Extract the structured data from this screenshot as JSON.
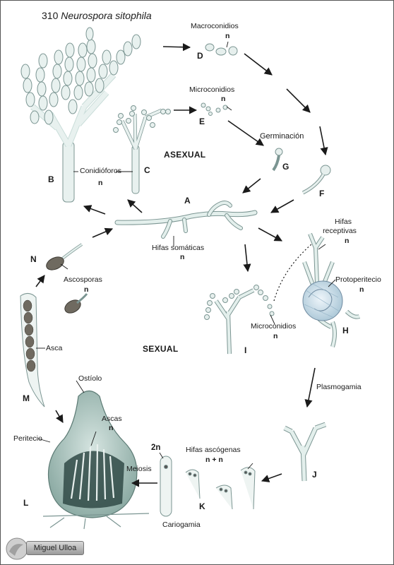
{
  "figure": {
    "number": "310",
    "species": "Neurospora sitophila"
  },
  "sections": {
    "asexual": "ASEXUAL",
    "sexual": "SEXUAL"
  },
  "labels": {
    "macroconidios": "Macroconidios",
    "macroconidios_ploidy": "n",
    "microconidios_top": "Microconidios",
    "microconidios_top_ploidy": "n",
    "germinacion": "Germinación",
    "conidioforos": "Conidióforos",
    "conidioforos_ploidy": "n",
    "hifas_somaticas": "Hifas somáticas",
    "hifas_somaticas_ploidy": "n",
    "hifas_receptivas_1": "Hifas",
    "hifas_receptivas_2": "receptivas",
    "hifas_receptivas_ploidy": "n",
    "protoperitecio": "Protoperitecio",
    "protoperitecio_ploidy": "n",
    "microconidios_bottom": "Microconidios",
    "microconidios_bottom_ploidy": "n",
    "ascosporas": "Ascosporas",
    "ascosporas_ploidy": "n",
    "asca": "Asca",
    "plasmogamia": "Plasmogamia",
    "ostiolo": "Ostíolo",
    "ascas": "Ascas",
    "ascas_ploidy": "n",
    "peritecio": "Peritecio",
    "meiosis": "Meiosis",
    "meiosis_ploidy": "2n",
    "hifas_ascogenas": "Hifas ascógenas",
    "hifas_ascogenas_ploidy": "n + n",
    "cariogamia": "Cariogamia"
  },
  "stage_letters": {
    "A": "A",
    "B": "B",
    "C": "C",
    "D": "D",
    "E": "E",
    "F": "F",
    "G": "G",
    "H": "H",
    "I": "I",
    "J": "J",
    "K": "K",
    "L": "L",
    "M": "M",
    "N": "N"
  },
  "credit": {
    "author": "Miguel Ulloa"
  },
  "colors": {
    "hypha_fill": "#e3efec",
    "hypha_stroke": "#6f8a86",
    "spore_fill": "#6f6a60",
    "perithecium_fill": "#a8c2bc",
    "arrow": "#1a1a1a"
  }
}
